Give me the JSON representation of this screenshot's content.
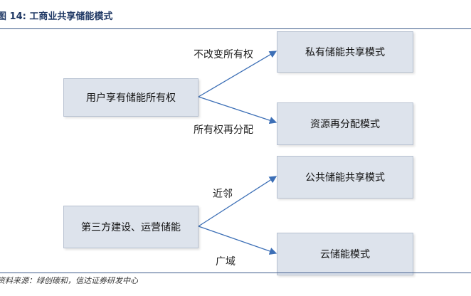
{
  "figure": {
    "title": "图 14:  工商业共享储能模式",
    "source": "资料来源：绿创碳和，信达证券研发中心"
  },
  "nodes": {
    "user_owned": "用户享有储能所有权",
    "private_mode": "私有储能共享模式",
    "resource_mode": "资源再分配模式",
    "third_party": "第三方建设、运营储能",
    "public_mode": "公共储能共享模式",
    "cloud_mode": "云储能模式"
  },
  "edges": {
    "no_change": "不改变所有权",
    "reassign": "所有权再分配",
    "nearby": "近邻",
    "wide_area": "广域"
  },
  "colors": {
    "box_fill": "#dde3ec",
    "connector": "#3c6fb6",
    "title": "#1f3864"
  }
}
